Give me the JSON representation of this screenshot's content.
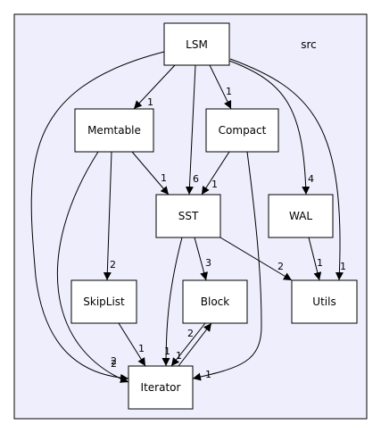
{
  "cluster": {
    "label": "src"
  },
  "nodes": {
    "lsm": "LSM",
    "memtable": "Memtable",
    "compact": "Compact",
    "sst": "SST",
    "wal": "WAL",
    "skiplist": "SkipList",
    "block": "Block",
    "utils": "Utils",
    "iterator": "Iterator"
  },
  "edges": [
    {
      "from": "LSM",
      "to": "Memtable",
      "label": "1"
    },
    {
      "from": "LSM",
      "to": "Compact",
      "label": "1"
    },
    {
      "from": "LSM",
      "to": "SST",
      "label": "6"
    },
    {
      "from": "LSM",
      "to": "WAL",
      "label": "4"
    },
    {
      "from": "LSM",
      "to": "Utils",
      "label": "1"
    },
    {
      "from": "LSM",
      "to": "Iterator",
      "label": "2"
    },
    {
      "from": "Memtable",
      "to": "SST",
      "label": "1"
    },
    {
      "from": "Memtable",
      "to": "SkipList",
      "label": "2"
    },
    {
      "from": "Memtable",
      "to": "Iterator",
      "label": "2"
    },
    {
      "from": "Compact",
      "to": "SST",
      "label": "1"
    },
    {
      "from": "Compact",
      "to": "Iterator",
      "label": "1"
    },
    {
      "from": "SST",
      "to": "Block",
      "label": "3"
    },
    {
      "from": "SST",
      "to": "Utils",
      "label": "2"
    },
    {
      "from": "SST",
      "to": "Iterator",
      "label": "1"
    },
    {
      "from": "WAL",
      "to": "Utils",
      "label": "1"
    },
    {
      "from": "SkipList",
      "to": "Iterator",
      "label": "1"
    },
    {
      "from": "Block",
      "to": "Iterator",
      "label": "1"
    },
    {
      "from": "Iterator",
      "to": "Block",
      "label": "2"
    }
  ]
}
